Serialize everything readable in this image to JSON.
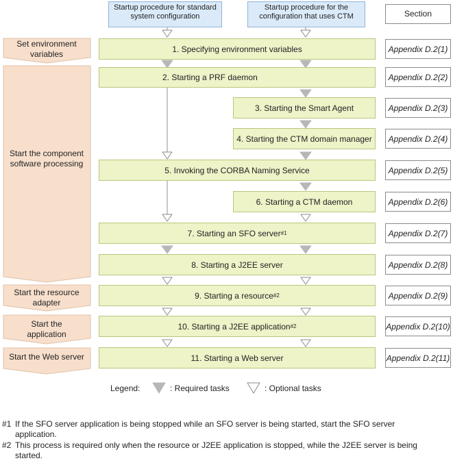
{
  "header": {
    "col_standard": [
      "Startup procedure for standard",
      "system configuration"
    ],
    "col_ctm": [
      "Startup procedure for the",
      "configuration that uses CTM"
    ],
    "section": "Section"
  },
  "phases": [
    {
      "lines": [
        "Set environment",
        "variables"
      ]
    },
    {
      "lines": [
        "Start the component",
        "software processing"
      ]
    },
    {
      "lines": [
        "Start the resource",
        "adapter"
      ]
    },
    {
      "lines": [
        "Start the",
        "application"
      ]
    },
    {
      "lines": [
        "Start the Web server"
      ]
    }
  ],
  "steps": [
    {
      "text": "1. Specifying environment variables",
      "mark": "",
      "ref": "Appendix D.2(1)"
    },
    {
      "text": "2. Starting a PRF daemon",
      "mark": "",
      "ref": "Appendix D.2(2)"
    },
    {
      "text": "3. Starting the Smart Agent",
      "mark": "",
      "ref": "Appendix D.2(3)"
    },
    {
      "text": "4. Starting the CTM domain manager",
      "mark": "",
      "ref": "Appendix D.2(4)"
    },
    {
      "text": "5. Invoking the CORBA Naming Service",
      "mark": "",
      "ref": "Appendix D.2(5)"
    },
    {
      "text": "6. Starting a CTM daemon",
      "mark": "",
      "ref": "Appendix D.2(6)"
    },
    {
      "text": "7. Starting an SFO server",
      "mark": "#1",
      "ref": "Appendix D.2(7)"
    },
    {
      "text": "8. Starting a J2EE server",
      "mark": "",
      "ref": "Appendix D.2(8)"
    },
    {
      "text": "9. Starting a resource",
      "mark": "#2",
      "ref": "Appendix D.2(9)"
    },
    {
      "text": "10. Starting a J2EE application",
      "mark": "#2",
      "ref": "Appendix D.2(10)"
    },
    {
      "text": "11. Starting a Web server",
      "mark": "",
      "ref": "Appendix D.2(11)"
    }
  ],
  "legend": {
    "title": "Legend:",
    "required": ": Required  tasks",
    "optional": ": Optional tasks"
  },
  "footnotes": [
    {
      "mark": "#1",
      "text": "If the SFO server application is being stopped while an SFO server is being started, start the SFO server application."
    },
    {
      "mark": "#2",
      "text": "This process is required only when the resource or J2EE application is stopped, while the J2EE server is being started."
    }
  ],
  "colors": {
    "step_fill": "#eef3c8",
    "step_border": "#b9c67c",
    "phase_fill": "#f7dfcc",
    "header_fill": "#dbeaf9",
    "required_arrow": "#b7b7b7",
    "optional_arrow": "#ffffff"
  }
}
